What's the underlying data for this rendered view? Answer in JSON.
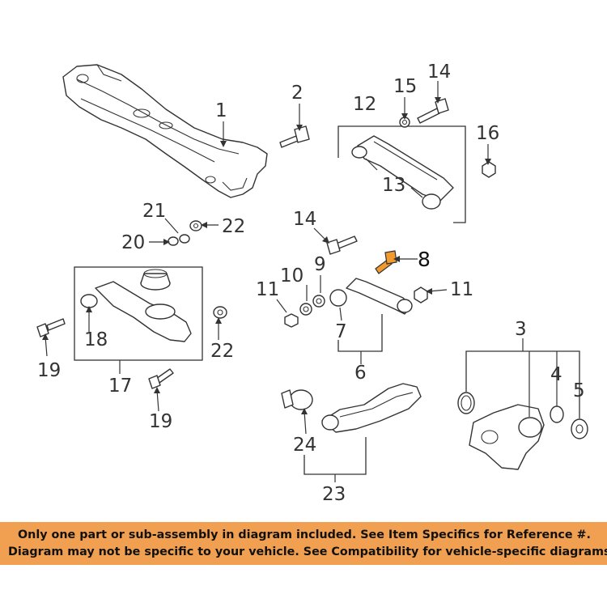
{
  "callouts": {
    "n1": "1",
    "n2": "2",
    "n3": "3",
    "n4": "4",
    "n5": "5",
    "n6": "6",
    "n7": "7",
    "n8": "8",
    "n9": "9",
    "n10": "10",
    "n11a": "11",
    "n11b": "11",
    "n12": "12",
    "n13": "13",
    "n14a": "14",
    "n14b": "14",
    "n15": "15",
    "n16": "16",
    "n17": "17",
    "n18": "18",
    "n19a": "19",
    "n19b": "19",
    "n20": "20",
    "n21": "21",
    "n22a": "22",
    "n22b": "22",
    "n23": "23",
    "n24": "24"
  },
  "highlight_color": "#f29a2e",
  "banner": {
    "line1": "Only one part or sub-assembly in diagram included. See Item Specifics for Reference #.",
    "line2": "Diagram may not be specific to your vehicle. See Compatibility for vehicle-specific diagrams.",
    "background": "#f0a050"
  }
}
